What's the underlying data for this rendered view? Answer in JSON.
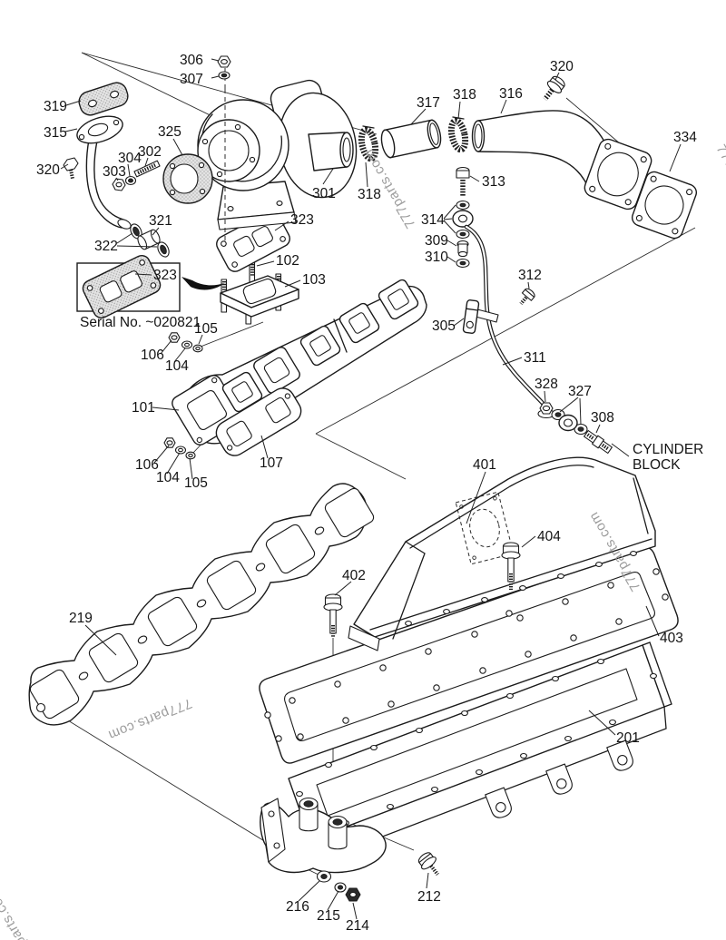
{
  "doc": {
    "type": "exploded-parts-diagram",
    "subject": "exhaust manifold and turbocharger assembly"
  },
  "watermark": {
    "text": "777parts.com",
    "color": "#9c9c9c"
  },
  "notes": {
    "serial": "Serial No. ~020821",
    "cylinder_block_1": "CYLINDER",
    "cylinder_block_2": "BLOCK"
  },
  "labels": {
    "l306": "306",
    "l307": "307",
    "l319": "319",
    "l315": "315",
    "l320a": "320",
    "l325": "325",
    "l302": "302",
    "l303": "303",
    "l304": "304",
    "l301": "301",
    "l321": "321",
    "l322": "322",
    "l323a": "323",
    "l323b": "323",
    "l317": "317",
    "l318a": "318",
    "l318b": "318",
    "l316": "316",
    "l320b": "320",
    "l334": "334",
    "l313": "313",
    "l314": "314",
    "l309": "309",
    "l310": "310",
    "l312": "312",
    "l305": "305",
    "l311": "311",
    "l328": "328",
    "l327": "327",
    "l308": "308",
    "l102": "102",
    "l103": "103",
    "l105a": "105",
    "l106a": "106",
    "l104a": "104",
    "l101": "101",
    "l106b": "106",
    "l104b": "104",
    "l105b": "105",
    "l107": "107",
    "l401": "401",
    "l402": "402",
    "l404": "404",
    "l403": "403",
    "l219": "219",
    "l201": "201",
    "l212": "212",
    "l216": "216",
    "l215": "215",
    "l214": "214"
  }
}
